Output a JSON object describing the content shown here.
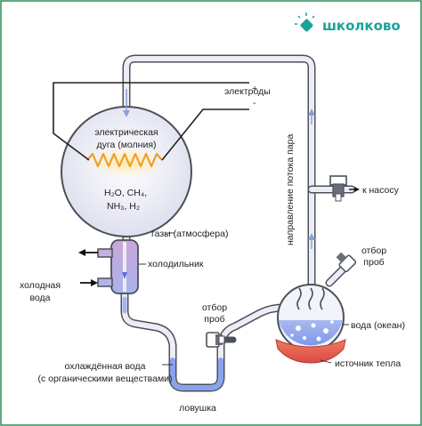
{
  "logo": {
    "text": "школково",
    "color": "#1aa39a"
  },
  "labels": {
    "electrodes": "электроды",
    "plus": "+",
    "minus": "-",
    "arc_line1": "электрическая",
    "arc_line2": "дуга (молния)",
    "formula_line1": "H₂O, CH₄,",
    "formula_line2": "NH₃, H₂",
    "gases": "газы (атмосфера)",
    "condenser": "холодильник",
    "cold_water_line1": "холодная",
    "cold_water_line2": "вода",
    "sample_left_line1": "отбор",
    "sample_left_line2": "проб",
    "cooled_water_line1": "охлаждённая вода",
    "cooled_water_line2": "(с органическими веществами)",
    "trap": "ловушка",
    "steam_direction": "направление потока пара",
    "to_pump": "к насосу",
    "sample_right_line1": "отбор",
    "sample_right_line2": "проб",
    "water_ocean": "вода (океан)",
    "heat_source": "источник тепла"
  },
  "colors": {
    "tube_fill": "#ecedf7",
    "tube_stroke": "#4c5058",
    "flask_fill": "#e4e5f2",
    "arc": "#f0a020",
    "arc_glow": "#fde9b0",
    "condenser": "#b3a8dc",
    "water_blue": "#8aa3ee",
    "heat": "#e85a4a",
    "arrow": "#8c9fd4",
    "border": "#2e8b57"
  }
}
